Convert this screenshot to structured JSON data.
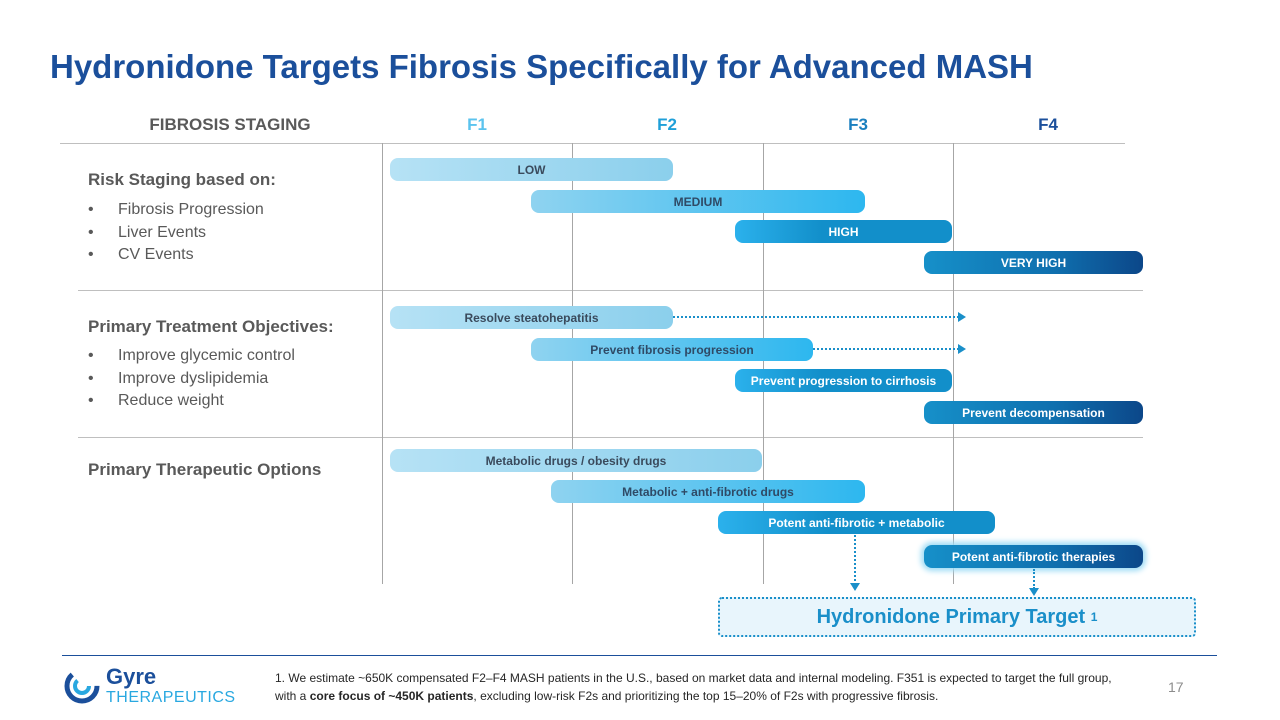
{
  "title": "Hydronidone Targets Fibrosis Specifically for Advanced MASH",
  "header": {
    "staging": "FIBROSIS STAGING",
    "f1": "F1",
    "f2": "F2",
    "f3": "F3",
    "f4": "F4"
  },
  "colors": {
    "f1": "#5bc3ee",
    "f2": "#1f9fd8",
    "f3": "#1a7fbf",
    "f4": "#1b4f9b"
  },
  "risk": {
    "heading": "Risk Staging based on:",
    "bullets": [
      "Fibrosis Progression",
      "Liver Events",
      "CV Events"
    ],
    "bars": [
      "LOW",
      "MEDIUM",
      "HIGH",
      "VERY HIGH"
    ]
  },
  "objectives": {
    "heading": "Primary Treatment Objectives:",
    "bullets": [
      "Improve glycemic control",
      "Improve dyslipidemia",
      "Reduce weight"
    ],
    "bars": [
      "Resolve steatohepatitis",
      "Prevent fibrosis progression",
      "Prevent progression to cirrhosis",
      "Prevent decompensation"
    ]
  },
  "therapeutic": {
    "heading": "Primary Therapeutic Options",
    "bars": [
      "Metabolic drugs / obesity drugs",
      "Metabolic + anti-fibrotic drugs",
      "Potent anti-fibrotic + metabolic",
      "Potent anti-fibrotic therapies"
    ]
  },
  "target": {
    "label": "Hydronidone Primary Target",
    "sup": "1"
  },
  "footer": {
    "logo_name": "Gyre",
    "logo_sub": "THERAPEUTICS",
    "note_a": "1. We estimate ~650K compensated F2–F4 MASH patients in the U.S., based on market data and internal modeling. F351 is expected to target the full group, with a ",
    "note_bold": "core focus of ~450K patients",
    "note_b": ", excluding low-risk F2s and prioritizing the top 15–20% of F2s with progressive fibrosis.",
    "page": "17"
  }
}
